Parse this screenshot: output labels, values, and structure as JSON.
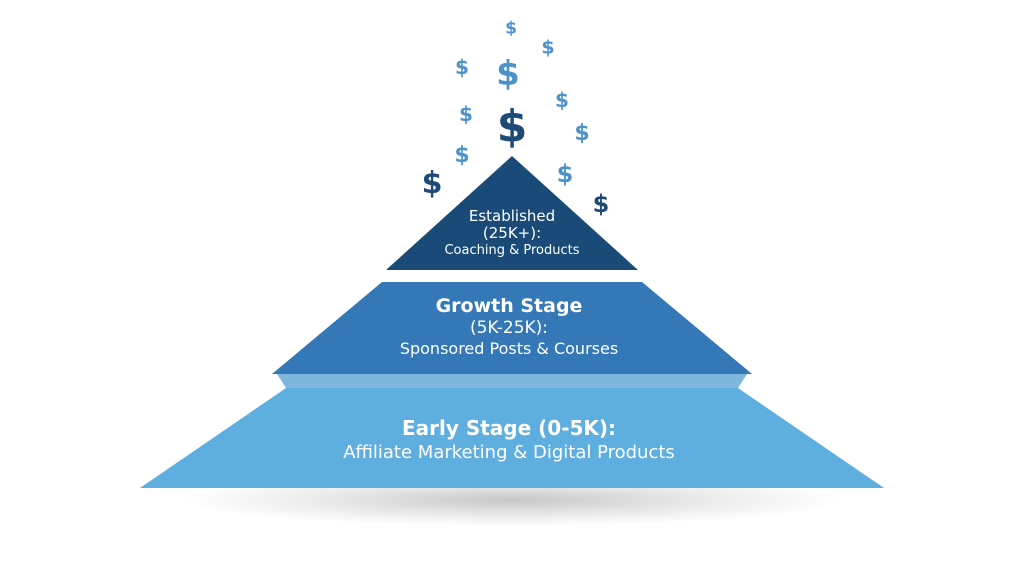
{
  "colors": {
    "tier_top": "#1a4a78",
    "tier_mid": "#3578b8",
    "tier_bot": "#5faee0",
    "gap_band": "#7fb7dc",
    "dollar_dark": "#1d4a76",
    "dollar_light": "#4d92c9"
  },
  "tiers": {
    "top": {
      "line1": "Established",
      "line2": "(25K+):",
      "line3": "Coaching & Products"
    },
    "middle": {
      "title": "Growth Stage",
      "range": "(5K-25K):",
      "subtitle": "Sponsored Posts & Courses"
    },
    "bottom": {
      "title": "Early Stage (0-5K):",
      "subtitle": "Affiliate Marketing & Digital Products"
    }
  },
  "dollar_signs": [
    {
      "glyph": "$",
      "icon": "dollar-icon",
      "tone": "light"
    },
    {
      "glyph": "$",
      "icon": "dollar-icon",
      "tone": "light"
    },
    {
      "glyph": "$",
      "icon": "dollar-icon",
      "tone": "light"
    },
    {
      "glyph": "$",
      "icon": "dollar-icon",
      "tone": "light"
    },
    {
      "glyph": "$",
      "icon": "dollar-icon",
      "tone": "light"
    },
    {
      "glyph": "$",
      "icon": "dollar-icon",
      "tone": "light"
    },
    {
      "glyph": "$",
      "icon": "dollar-icon",
      "tone": "dark"
    },
    {
      "glyph": "$",
      "icon": "dollar-icon",
      "tone": "light"
    },
    {
      "glyph": "$",
      "icon": "dollar-icon",
      "tone": "light"
    },
    {
      "glyph": "$",
      "icon": "dollar-icon",
      "tone": "dark"
    },
    {
      "glyph": "$",
      "icon": "dollar-icon",
      "tone": "light"
    },
    {
      "glyph": "$",
      "icon": "dollar-icon",
      "tone": "dark"
    }
  ]
}
